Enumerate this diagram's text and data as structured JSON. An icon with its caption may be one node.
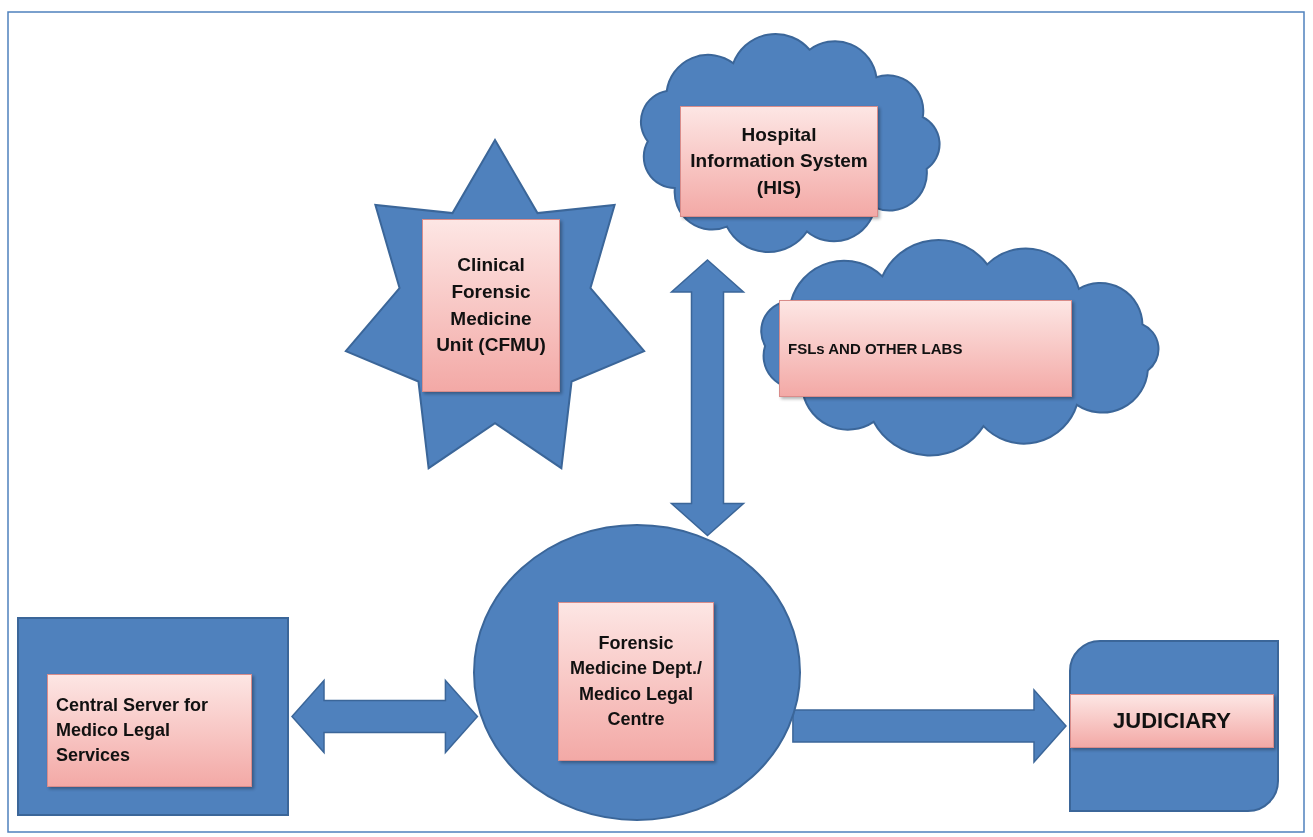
{
  "diagram": {
    "nodes": [
      {
        "text": [],
        "shape": "cloud"
      },
      {
        "text": [
          "Hospital Information System (HIS)"
        ],
        "in": 0
      },
      {
        "text": [],
        "shape": "star"
      },
      {
        "text": [
          "Clinical Forensic Medicine Unit (CFMU)"
        ],
        "in": 2
      },
      {
        "text": [],
        "shape": "cloud"
      },
      {
        "text": [
          "FSLs AND OTHER LABS"
        ],
        "in": 4
      },
      {
        "text": [],
        "shape": "box"
      },
      {
        "text": [
          "Central Server for Medico Legal Services"
        ],
        "in": 6
      },
      {
        "text": [],
        "shape": "ellipse"
      },
      {
        "text": [
          "Forensic Medicine Dept./ Medico Legal Centre"
        ],
        "in": 8
      },
      {
        "text": [],
        "shape": "rounded-box"
      },
      {
        "text": [
          "JUDICIARY"
        ],
        "in": 10
      }
    ],
    "edges": [
      {
        "from": 0,
        "to": 8,
        "arrow": "both"
      },
      {
        "from": 6,
        "to": 8,
        "arrow": "both"
      },
      {
        "from": 8,
        "to": 10,
        "arrow": "to"
      }
    ]
  }
}
